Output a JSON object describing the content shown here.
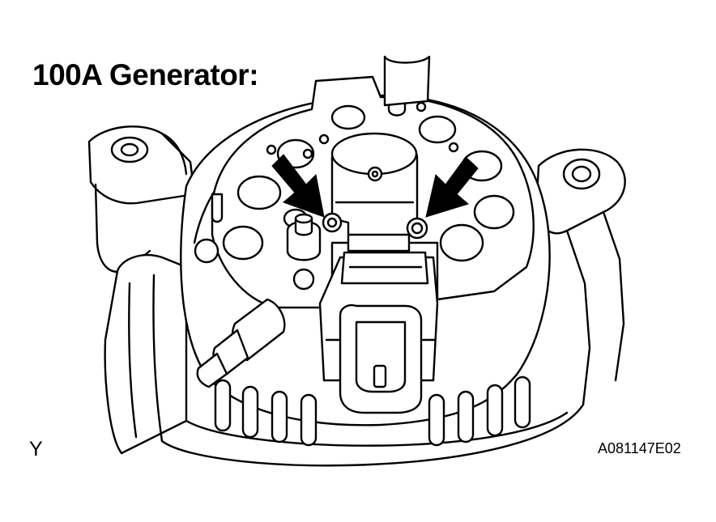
{
  "diagram": {
    "title": "100A Generator:",
    "view_label": "Y",
    "figure_code": "A081147E02"
  },
  "colors": {
    "line": "#000000",
    "background": "#ffffff"
  },
  "icons": [
    "pointer-arrow-icon"
  ]
}
